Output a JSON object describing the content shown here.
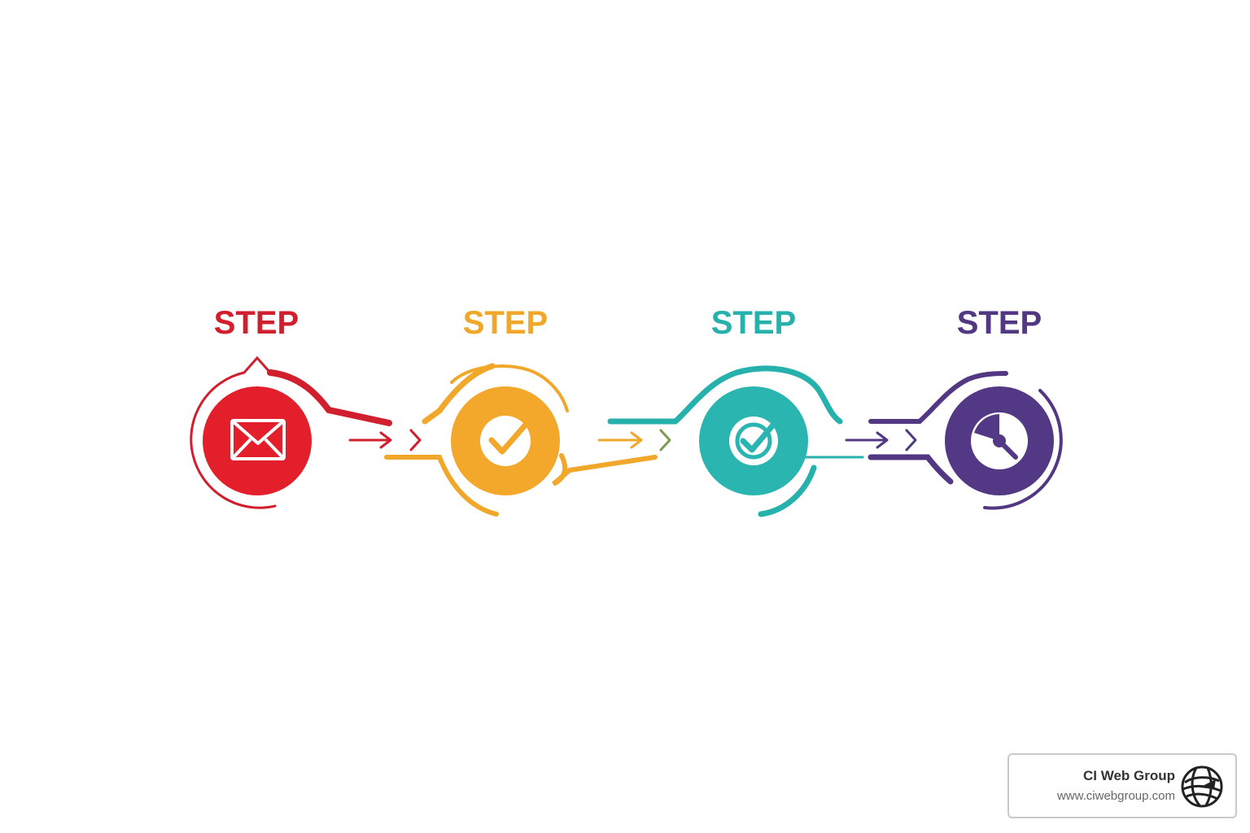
{
  "steps": [
    {
      "label": "STEP",
      "color": "#d11f2e",
      "icon": "envelope-icon"
    },
    {
      "label": "STEP",
      "color": "#f0a72a",
      "icon": "checkmark-icon"
    },
    {
      "label": "STEP",
      "color": "#27b1ad",
      "icon": "check-circle-icon"
    },
    {
      "label": "STEP",
      "color": "#523783",
      "icon": "clock-icon"
    }
  ],
  "watermark": {
    "company": "CI Web Group",
    "url": "www.ciwebgroup.com",
    "logo": "globe-logo"
  }
}
